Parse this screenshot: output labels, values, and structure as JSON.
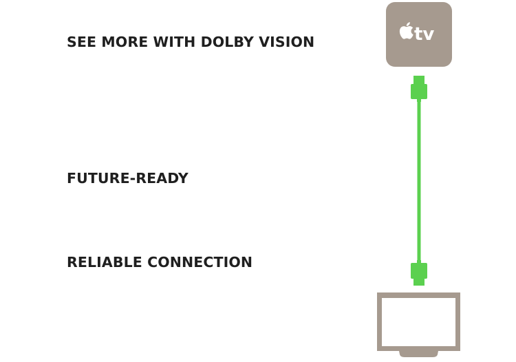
{
  "headings": {
    "dolby_vision": "SEE MORE WITH DOLBY VISION",
    "future_ready": "FUTURE-READY",
    "reliable_connection": "RELIABLE CONNECTION"
  },
  "device": {
    "logo_text": "tv",
    "icon": "apple-logo-icon"
  },
  "colors": {
    "device_body": "#a69a8f",
    "cable": "#5bd04f",
    "cable_dark": "#3fae36",
    "television": "#a69a8f",
    "heading_text": "#1f1f1f"
  }
}
